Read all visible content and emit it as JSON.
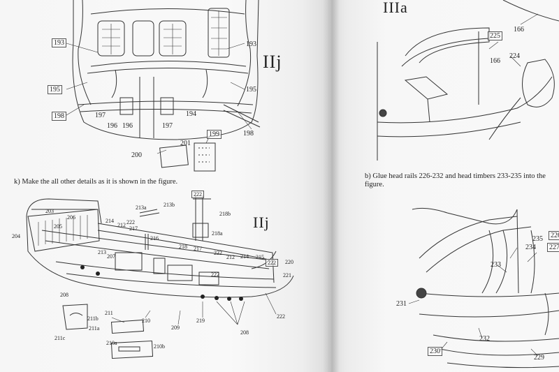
{
  "figures": {
    "fig_top_left": "IIj",
    "fig_bottom_left": "IIj",
    "fig_top_right": "IIIa"
  },
  "captions": {
    "k": "k) Make the all other details as it is shown in the figure.",
    "b_line1": "b) Glue head rails 226-232 and head timbers 233-235 into the",
    "b_line2": "figure."
  },
  "parts_top_left": [
    "193",
    "193",
    "195",
    "195",
    "198",
    "197",
    "196",
    "196",
    "197",
    "194",
    "198",
    "199",
    "201",
    "200"
  ],
  "parts_bottom_left": [
    "222",
    "213a",
    "213b",
    "218b",
    "203",
    "206",
    "214",
    "212",
    "222",
    "217",
    "216",
    "218a",
    "204",
    "205",
    "213",
    "207",
    "218",
    "217",
    "222",
    "212",
    "214",
    "215",
    "222",
    "220",
    "221",
    "222",
    "208",
    "211",
    "211b",
    "211a",
    "211c",
    "210",
    "209",
    "219",
    "208",
    "222",
    "210a",
    "210b"
  ],
  "parts_right": [
    "166",
    "225",
    "166",
    "224",
    "226",
    "235",
    "234",
    "227",
    "233",
    "231",
    "232",
    "230",
    "229"
  ]
}
